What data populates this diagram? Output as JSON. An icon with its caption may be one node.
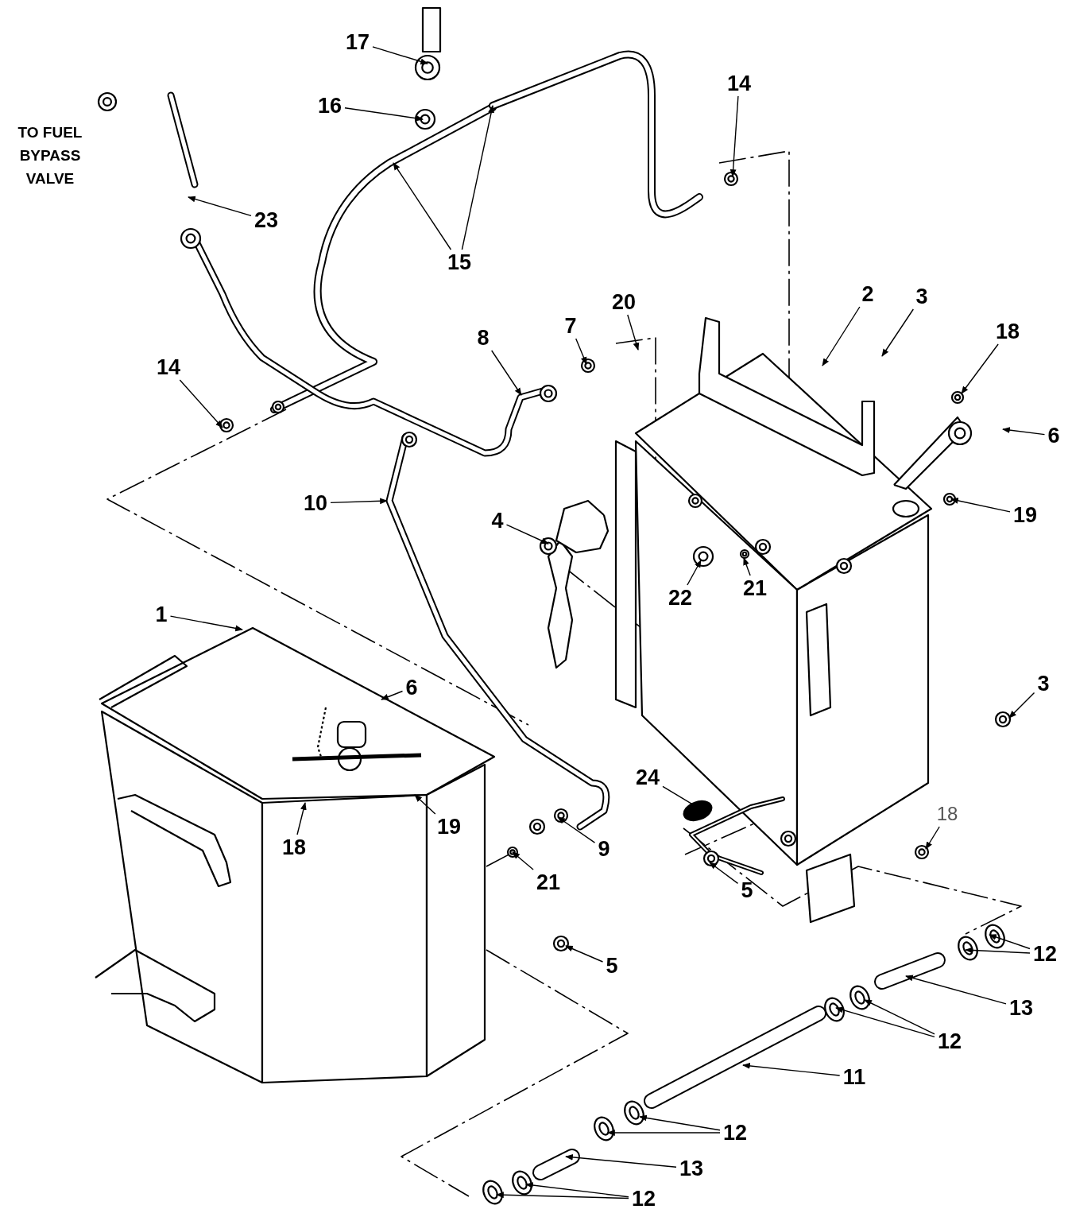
{
  "diagram": {
    "nodes": [
      {
        "text": [
          "17"
        ]
      },
      {
        "text": [
          "16"
        ]
      },
      {
        "text": [
          "14"
        ]
      },
      {
        "text": [
          "23"
        ]
      },
      {
        "text": [
          "15"
        ]
      },
      {
        "text": [
          "20"
        ]
      },
      {
        "text": [
          "7"
        ]
      },
      {
        "text": [
          "8"
        ]
      },
      {
        "text": [
          "2"
        ]
      },
      {
        "text": [
          "3"
        ]
      },
      {
        "text": [
          "18"
        ]
      },
      {
        "text": [
          "6"
        ]
      },
      {
        "text": [
          "14"
        ]
      },
      {
        "text": [
          "10"
        ]
      },
      {
        "text": [
          "4"
        ]
      },
      {
        "text": [
          "19"
        ]
      },
      {
        "text": [
          "22"
        ]
      },
      {
        "text": [
          "21"
        ]
      },
      {
        "text": [
          "1"
        ]
      },
      {
        "text": [
          "6"
        ]
      },
      {
        "text": [
          "3"
        ]
      },
      {
        "text": [
          "24"
        ]
      },
      {
        "text": [
          "18"
        ]
      },
      {
        "text": [
          "19"
        ]
      },
      {
        "text": [
          "9"
        ]
      },
      {
        "text": [
          "21"
        ]
      },
      {
        "text": [
          "5"
        ]
      },
      {
        "text": [
          "18"
        ]
      },
      {
        "text": [
          "5"
        ]
      },
      {
        "text": [
          "12"
        ]
      },
      {
        "text": [
          "13"
        ]
      },
      {
        "text": [
          "12"
        ]
      },
      {
        "text": [
          "11"
        ]
      },
      {
        "text": [
          "12"
        ]
      },
      {
        "text": [
          "13"
        ]
      },
      {
        "text": [
          "12"
        ]
      }
    ],
    "edges": [
      {
        "from": 0,
        "to": null,
        "arrow": "to"
      },
      {
        "from": 1,
        "to": null,
        "arrow": "to"
      },
      {
        "from": 2,
        "to": null,
        "arrow": "to"
      },
      {
        "from": 3,
        "to": null,
        "arrow": "to"
      },
      {
        "from": 4,
        "to": null,
        "arrow": "to"
      },
      {
        "from": 4,
        "to": null,
        "arrow": "to"
      },
      {
        "from": 5,
        "to": null,
        "arrow": "to"
      },
      {
        "from": 6,
        "to": null,
        "arrow": "to"
      },
      {
        "from": 7,
        "to": null,
        "arrow": "to"
      },
      {
        "from": 8,
        "to": null,
        "arrow": "to"
      },
      {
        "from": 9,
        "to": null,
        "arrow": "to"
      },
      {
        "from": 10,
        "to": null,
        "arrow": "to"
      },
      {
        "from": 11,
        "to": null,
        "arrow": "to"
      },
      {
        "from": 12,
        "to": null,
        "arrow": "to"
      },
      {
        "from": 13,
        "to": null,
        "arrow": "to"
      },
      {
        "from": 14,
        "to": null,
        "arrow": "to"
      },
      {
        "from": 15,
        "to": null,
        "arrow": "to"
      },
      {
        "from": 16,
        "to": null,
        "arrow": "to"
      },
      {
        "from": 17,
        "to": null,
        "arrow": "to"
      },
      {
        "from": 18,
        "to": null,
        "arrow": "to"
      },
      {
        "from": 19,
        "to": null,
        "arrow": "to"
      },
      {
        "from": 20,
        "to": null,
        "arrow": "to"
      },
      {
        "from": 21,
        "to": null,
        "arrow": "to"
      },
      {
        "from": 22,
        "to": null,
        "arrow": "to"
      },
      {
        "from": 23,
        "to": null,
        "arrow": "to"
      },
      {
        "from": 24,
        "to": null,
        "arrow": "to"
      },
      {
        "from": 25,
        "to": null,
        "arrow": "to"
      },
      {
        "from": 26,
        "to": null,
        "arrow": "to"
      },
      {
        "from": 27,
        "to": null,
        "arrow": "to"
      },
      {
        "from": 28,
        "to": null,
        "arrow": "to"
      },
      {
        "from": 29,
        "to": null,
        "arrow": "to"
      },
      {
        "from": 29,
        "to": null,
        "arrow": "to"
      },
      {
        "from": 30,
        "to": null,
        "arrow": "to"
      },
      {
        "from": 31,
        "to": null,
        "arrow": "to"
      },
      {
        "from": 31,
        "to": null,
        "arrow": "to"
      },
      {
        "from": 32,
        "to": null,
        "arrow": "to"
      },
      {
        "from": 33,
        "to": null,
        "arrow": "to"
      },
      {
        "from": 33,
        "to": null,
        "arrow": "to"
      },
      {
        "from": 34,
        "to": null,
        "arrow": "to"
      },
      {
        "from": 35,
        "to": null,
        "arrow": "to"
      },
      {
        "from": 35,
        "to": null,
        "arrow": "to"
      }
    ],
    "labels": [
      "TO FUEL BYPASS VALVE"
    ]
  }
}
